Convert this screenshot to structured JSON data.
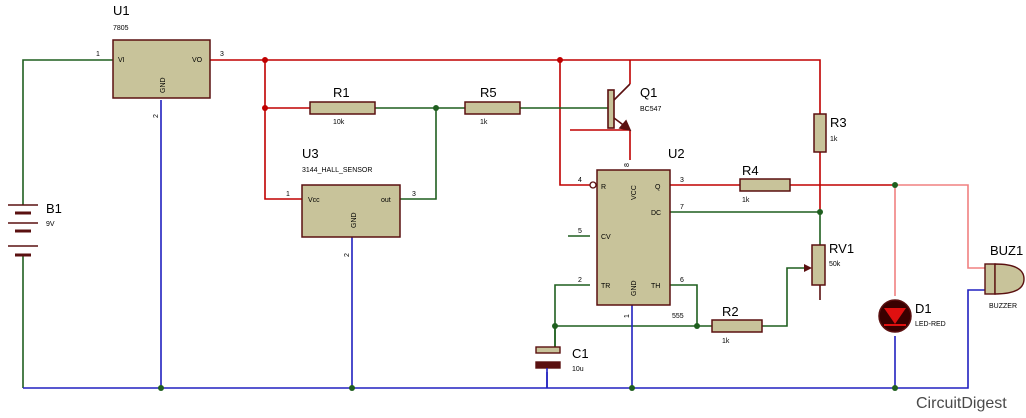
{
  "components": {
    "u1": {
      "ref": "U1",
      "value": "7805",
      "pins": {
        "vi": "VI",
        "vo": "VO",
        "gnd": "GND",
        "pin1": "1",
        "pin2": "2",
        "pin3": "3"
      }
    },
    "u3": {
      "ref": "U3",
      "value": "3144_HALL_SENSOR",
      "pins": {
        "vcc": "Vcc",
        "out": "out",
        "gnd": "GND",
        "pin1": "1",
        "pin2": "2",
        "pin3": "3"
      }
    },
    "u2": {
      "ref": "U2",
      "value": "555",
      "pins": {
        "r": "R",
        "vcc": "VCC",
        "q": "Q",
        "dc": "DC",
        "cv": "CV",
        "tr": "TR",
        "gnd": "GND",
        "th": "TH",
        "pin1": "1",
        "pin2": "2",
        "pin3": "3",
        "pin4": "4",
        "pin5": "5",
        "pin6": "6",
        "pin7": "7",
        "pin8": "8"
      }
    },
    "q1": {
      "ref": "Q1",
      "value": "BC547"
    },
    "b1": {
      "ref": "B1",
      "value": "9V"
    },
    "r1": {
      "ref": "R1",
      "value": "10k"
    },
    "r2": {
      "ref": "R2",
      "value": "1k"
    },
    "r3": {
      "ref": "R3",
      "value": "1k"
    },
    "r4": {
      "ref": "R4",
      "value": "1k"
    },
    "r5": {
      "ref": "R5",
      "value": "1k"
    },
    "rv1": {
      "ref": "RV1",
      "value": "50k"
    },
    "c1": {
      "ref": "C1",
      "value": "10u"
    },
    "d1": {
      "ref": "D1",
      "value": "LED-RED"
    },
    "buz1": {
      "ref": "BUZ1",
      "value": "BUZZER"
    }
  },
  "brand": {
    "text": "CircuitDigest"
  },
  "colors": {
    "vcc_wire": "#c00000",
    "gnd_wire": "#2020c0",
    "signal_wire": "#1f5f1f",
    "output_wire": "#f08080",
    "component_fill": "#c8c39a",
    "component_stroke": "#5a1010",
    "led": "#e01010"
  }
}
